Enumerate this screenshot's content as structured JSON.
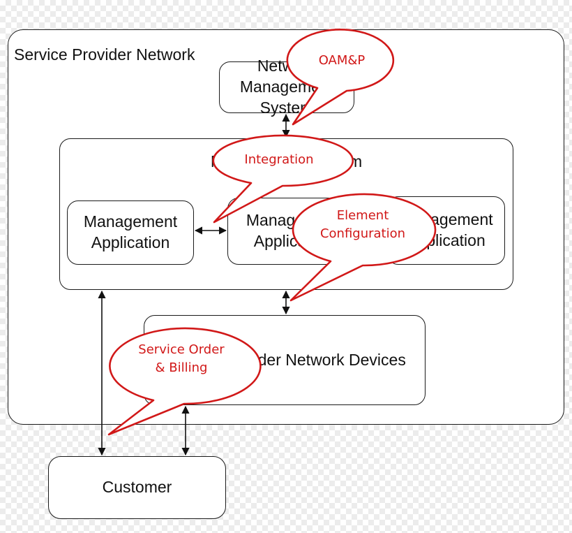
{
  "diagram": {
    "provider_network": {
      "title": "Service Provider Network"
    },
    "network_management_system": {
      "label": "Network\nManagement System"
    },
    "management_system": {
      "title": "Management System"
    },
    "applications": [
      {
        "label": "Management\nApplication"
      },
      {
        "label": "Management\nApplication"
      },
      {
        "label": "Management\nApplication"
      }
    ],
    "network_devices": {
      "label": "Service Provider Network Devices"
    },
    "customer": {
      "label": "Customer"
    }
  },
  "callouts": [
    {
      "id": "oamp",
      "text": "OAM&P"
    },
    {
      "id": "integration",
      "text": "Integration"
    },
    {
      "id": "element_configuration",
      "text": "Element\nConfiguration"
    },
    {
      "id": "service_order_billing",
      "text": "Service Order\n& Billing"
    }
  ],
  "colors": {
    "callout_stroke": "#d11818",
    "callout_text": "#d11818",
    "box_stroke": "#1a1a1a",
    "arrow": "#111111"
  }
}
